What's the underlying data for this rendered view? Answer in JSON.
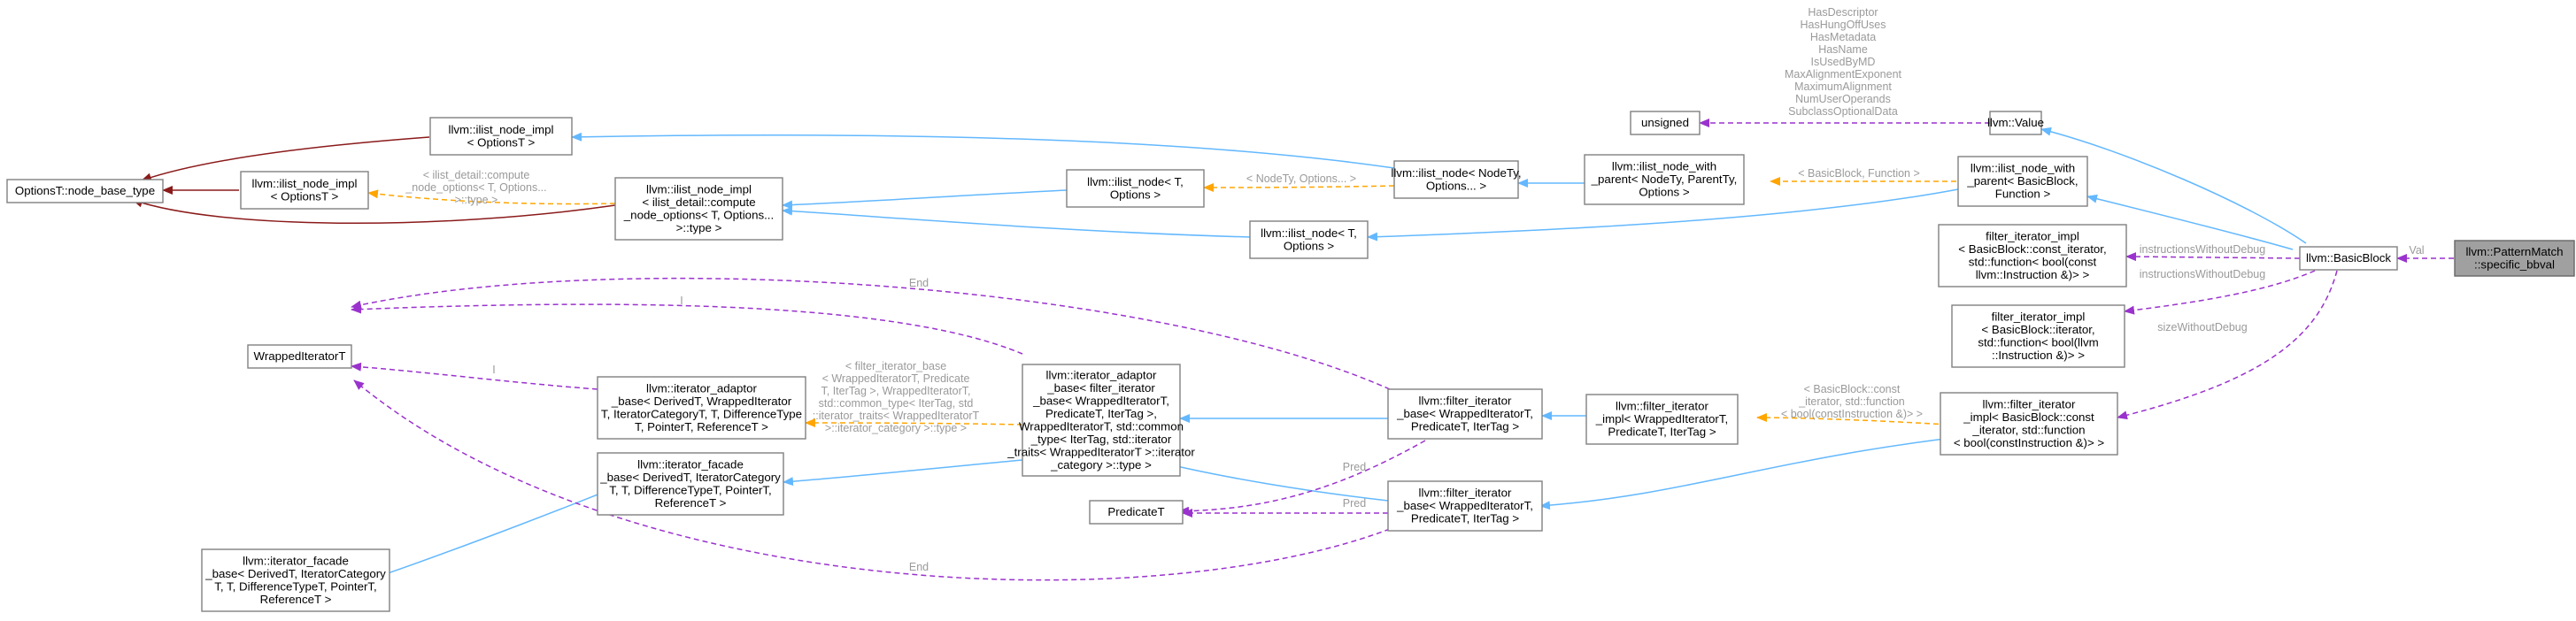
{
  "graph": {
    "nodes": [
      {
        "id": "specific_bbval",
        "lines": [
          "llvm::PatternMatch",
          "::specific_bbval"
        ],
        "highlight": true
      },
      {
        "id": "basicblock",
        "lines": [
          "llvm::BasicBlock"
        ]
      },
      {
        "id": "value",
        "lines": [
          "llvm::Value"
        ]
      },
      {
        "id": "unsigned",
        "lines": [
          "unsigned"
        ]
      },
      {
        "id": "ilist_with_parent_bb",
        "lines": [
          "llvm::ilist_node_with",
          "_parent< BasicBlock,",
          "Function >"
        ]
      },
      {
        "id": "ilist_with_parent_generic",
        "lines": [
          "llvm::ilist_node_with",
          "_parent< NodeTy, ParentTy,",
          "Options >"
        ]
      },
      {
        "id": "ilist_node_ntyopts",
        "lines": [
          "llvm::ilist_node< NodeTy,",
          "Options... >"
        ]
      },
      {
        "id": "ilist_node_t_opts_top",
        "lines": [
          "llvm::ilist_node< T,",
          "Options >"
        ]
      },
      {
        "id": "ilist_node_t_opts_bottom",
        "lines": [
          "llvm::ilist_node< T,",
          "Options >"
        ]
      },
      {
        "id": "ilist_node_impl_optionsT_top",
        "lines": [
          "llvm::ilist_node_impl",
          "< OptionsT >"
        ]
      },
      {
        "id": "ilist_node_impl_optionsT_mid",
        "lines": [
          "llvm::ilist_node_impl",
          "< OptionsT >"
        ]
      },
      {
        "id": "ilist_node_impl_compute",
        "lines": [
          "llvm::ilist_node_impl",
          "< ilist_detail::compute",
          "_node_options< T, Options...",
          ">::type >"
        ]
      },
      {
        "id": "node_base_type",
        "lines": [
          "OptionsT::node_base_type"
        ]
      },
      {
        "id": "fi_impl_const_bool_top",
        "lines": [
          "filter_iterator_impl",
          "< BasicBlock::const_iterator,",
          "std::function< bool(const",
          "llvm::Instruction &)> >"
        ]
      },
      {
        "id": "fi_impl_iter_bool",
        "lines": [
          "filter_iterator_impl",
          "< BasicBlock::iterator,",
          "std::function< bool(llvm",
          "::Instruction &)> >"
        ]
      },
      {
        "id": "llvm_fi_impl_const",
        "lines": [
          "llvm::filter_iterator",
          "_impl< BasicBlock::const",
          "_iterator, std::function",
          "< bool(constInstruction &)> >"
        ]
      },
      {
        "id": "llvm_fi_impl_generic",
        "lines": [
          "llvm::filter_iterator",
          "_impl< WrappedIteratorT,",
          "PredicateT, IterTag >"
        ]
      },
      {
        "id": "fi_base_top",
        "lines": [
          "llvm::filter_iterator",
          "_base< WrappedIteratorT,",
          "PredicateT, IterTag >"
        ]
      },
      {
        "id": "fi_base_bottom",
        "lines": [
          "llvm::filter_iterator",
          "_base< WrappedIteratorT,",
          "PredicateT, IterTag >"
        ]
      },
      {
        "id": "iter_adaptor_fi",
        "lines": [
          "llvm::iterator_adaptor",
          "_base< filter_iterator",
          "_base< WrappedIteratorT,",
          "PredicateT, IterTag >,",
          "WrappedIteratorT, std::common",
          "_type< IterTag, std::iterator",
          "_traits< WrappedIteratorT >::iterator",
          "_category >::type >"
        ]
      },
      {
        "id": "iter_adaptor_generic",
        "lines": [
          "llvm::iterator_adaptor",
          "_base< DerivedT, WrappedIterator",
          "T, IteratorCategoryT, T, DifferenceType",
          "T, PointerT, ReferenceT >"
        ]
      },
      {
        "id": "iter_facade_mid",
        "lines": [
          "llvm::iterator_facade",
          "_base< DerivedT, IteratorCategory",
          "T, T, DifferenceTypeT, PointerT,",
          "ReferenceT >"
        ]
      },
      {
        "id": "iter_facade_bottom",
        "lines": [
          "llvm::iterator_facade",
          "_base< DerivedT, IteratorCategory",
          "T, T, DifferenceTypeT, PointerT,",
          "ReferenceT >"
        ]
      },
      {
        "id": "wrapped_iterator",
        "lines": [
          "WrappedIteratorT"
        ]
      },
      {
        "id": "predicate",
        "lines": [
          "PredicateT"
        ]
      }
    ],
    "edge_labels": {
      "val": "Val",
      "instructions_without_debug_1": "instructionsWithoutDebug",
      "instructions_without_debug_2": "instructionsWithoutDebug",
      "size_without_debug": "sizeWithoutDebug",
      "value_members": [
        "HasDescriptor",
        "HasHungOffUses",
        "HasMetadata",
        "HasName",
        "IsUsedByMD",
        "MaxAlignmentExponent",
        "MaximumAlignment",
        "NumUserOperands",
        "SubclassOptionalData"
      ],
      "basicblock_function": "< BasicBlock, Function >",
      "nodety_options": "< NodeTy, Options... >",
      "compute_options": [
        "< ilist_detail::compute",
        "_node_options< T, Options...",
        ">::type >"
      ],
      "end_top": "End",
      "i_top": "I",
      "i_mid": "I",
      "end_bottom": "End",
      "pred_1": "Pred",
      "pred_2": "Pred",
      "fi_base_template": [
        "< filter_iterator_base",
        "< WrappedIteratorT, Predicate",
        "T, IterTag >, WrappedIteratorT,",
        "std::common_type< IterTag, std",
        "::iterator_traits< WrappedIteratorT",
        ">::iterator_category >::type >"
      ],
      "bb_const_iterator": [
        "< BasicBlock::const",
        "_iterator, std::function",
        "< bool(constInstruction &)> >"
      ]
    },
    "colors": {
      "inheritance": "#63b8ff",
      "private_inheritance": "#8b1a1a",
      "usage": "#9a32cd",
      "template_instance": "#ffa500",
      "highlight_fill": "#a0a0a0"
    }
  }
}
